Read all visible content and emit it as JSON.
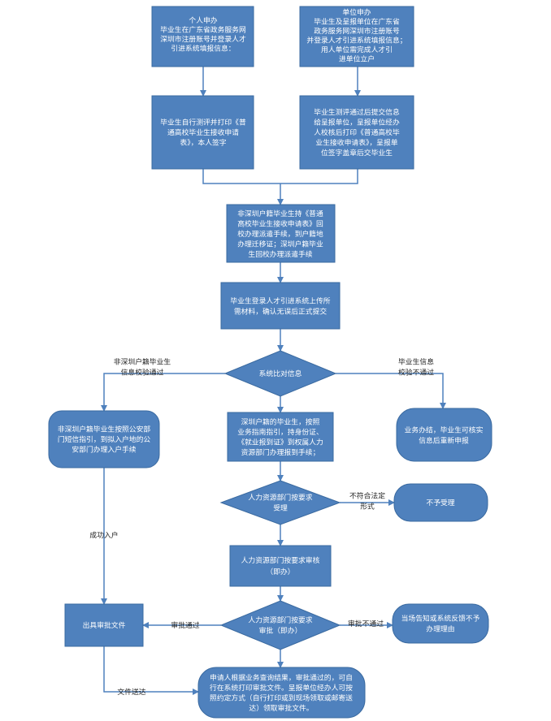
{
  "nodes": {
    "personal_apply": {
      "lines": [
        "个人申办",
        "毕业生在广东省政务服务网",
        "深圳市注册账号并登录人才",
        "引进系统填报信息："
      ]
    },
    "unit_apply": {
      "lines": [
        "单位申办",
        "毕业生及呈报单位在广东省",
        "政务服务网深圳市注册账号",
        "并登录人才引进系统填报信息；",
        "用人单位需完成人才引",
        "进单位立户"
      ]
    },
    "self_print": {
      "lines": [
        "毕业生自行测评并打印《普",
        "通高校毕业生接收申请",
        "表》，本人签字"
      ]
    },
    "unit_print": {
      "lines": [
        "毕业生测评通过后提交信息",
        "给呈报单位，呈报单位经办",
        "人校核后打印《普通高校毕",
        "业生接收申请表》，呈报单",
        "位签字盖章后交毕业生"
      ]
    },
    "non_shenzhen_dispatch": {
      "lines": [
        "非深圳户籍毕业生持《普通",
        "高校毕业生接收申请表》回",
        "校办理派遣手续，到户籍地",
        "办理迁移证；深圳户籍毕业",
        "生回校办理派遣手续"
      ]
    },
    "upload": {
      "lines": [
        "毕业生登录人才引进系统上传所",
        "需材料，确认无误后正式提交"
      ]
    },
    "compare": {
      "lines": [
        "系统比对信息"
      ]
    },
    "police": {
      "lines": [
        "非深圳户籍毕业生按照公安部",
        "门短信指引，到拟入户地的公",
        "安部门办理入户手续"
      ]
    },
    "shenzhen_report": {
      "lines": [
        "深圳户籍的毕业生，按照",
        "业务指南指引，持身份证、",
        "《就业报到证》到权属人力",
        "资源部门办理报到手续；"
      ]
    },
    "info_fail_end": {
      "lines": [
        "业务办结，毕业生可核实",
        "信息后重新申报"
      ]
    },
    "hr_accept": {
      "lines": [
        "人力资源部门按要求",
        "受理"
      ]
    },
    "reject": {
      "lines": [
        "不予受理"
      ]
    },
    "hr_review": {
      "lines": [
        "人力资源部门按要求审核",
        "（即办）"
      ]
    },
    "issue": {
      "lines": [
        "出具审批文件"
      ]
    },
    "hr_approve": {
      "lines": [
        "人力资源部门按要求",
        "审批（即办）"
      ]
    },
    "notify": {
      "lines": [
        "当场告知或系统反馈不予",
        "办理理由"
      ]
    },
    "final": {
      "lines": [
        "申请人根据业务查询结果，审批通过的，可自",
        "行在系统打印审批文件。呈报单位经办人可按",
        "照约定方式（自行打印或到现场领取或邮寄送",
        "达）领取审批文件。"
      ]
    }
  },
  "labels": {
    "non_shenzhen_pass": [
      "非深圳户籍毕业生",
      "信息校验通过"
    ],
    "info_fail": [
      "毕业生信息",
      "校验不通过"
    ],
    "not_compliant": [
      "不符合法定",
      "形式"
    ],
    "success_settle": [
      "成功入户"
    ],
    "approved": [
      "审批通过"
    ],
    "not_approved": [
      "审批不通过"
    ],
    "doc_delivery": [
      "文件送达"
    ]
  },
  "colors": {
    "fill": "#4f81bd",
    "stroke": "#3a6aa0",
    "connector": "#4f81bd",
    "node_text": "#ffffff",
    "label_text": "#222222"
  }
}
